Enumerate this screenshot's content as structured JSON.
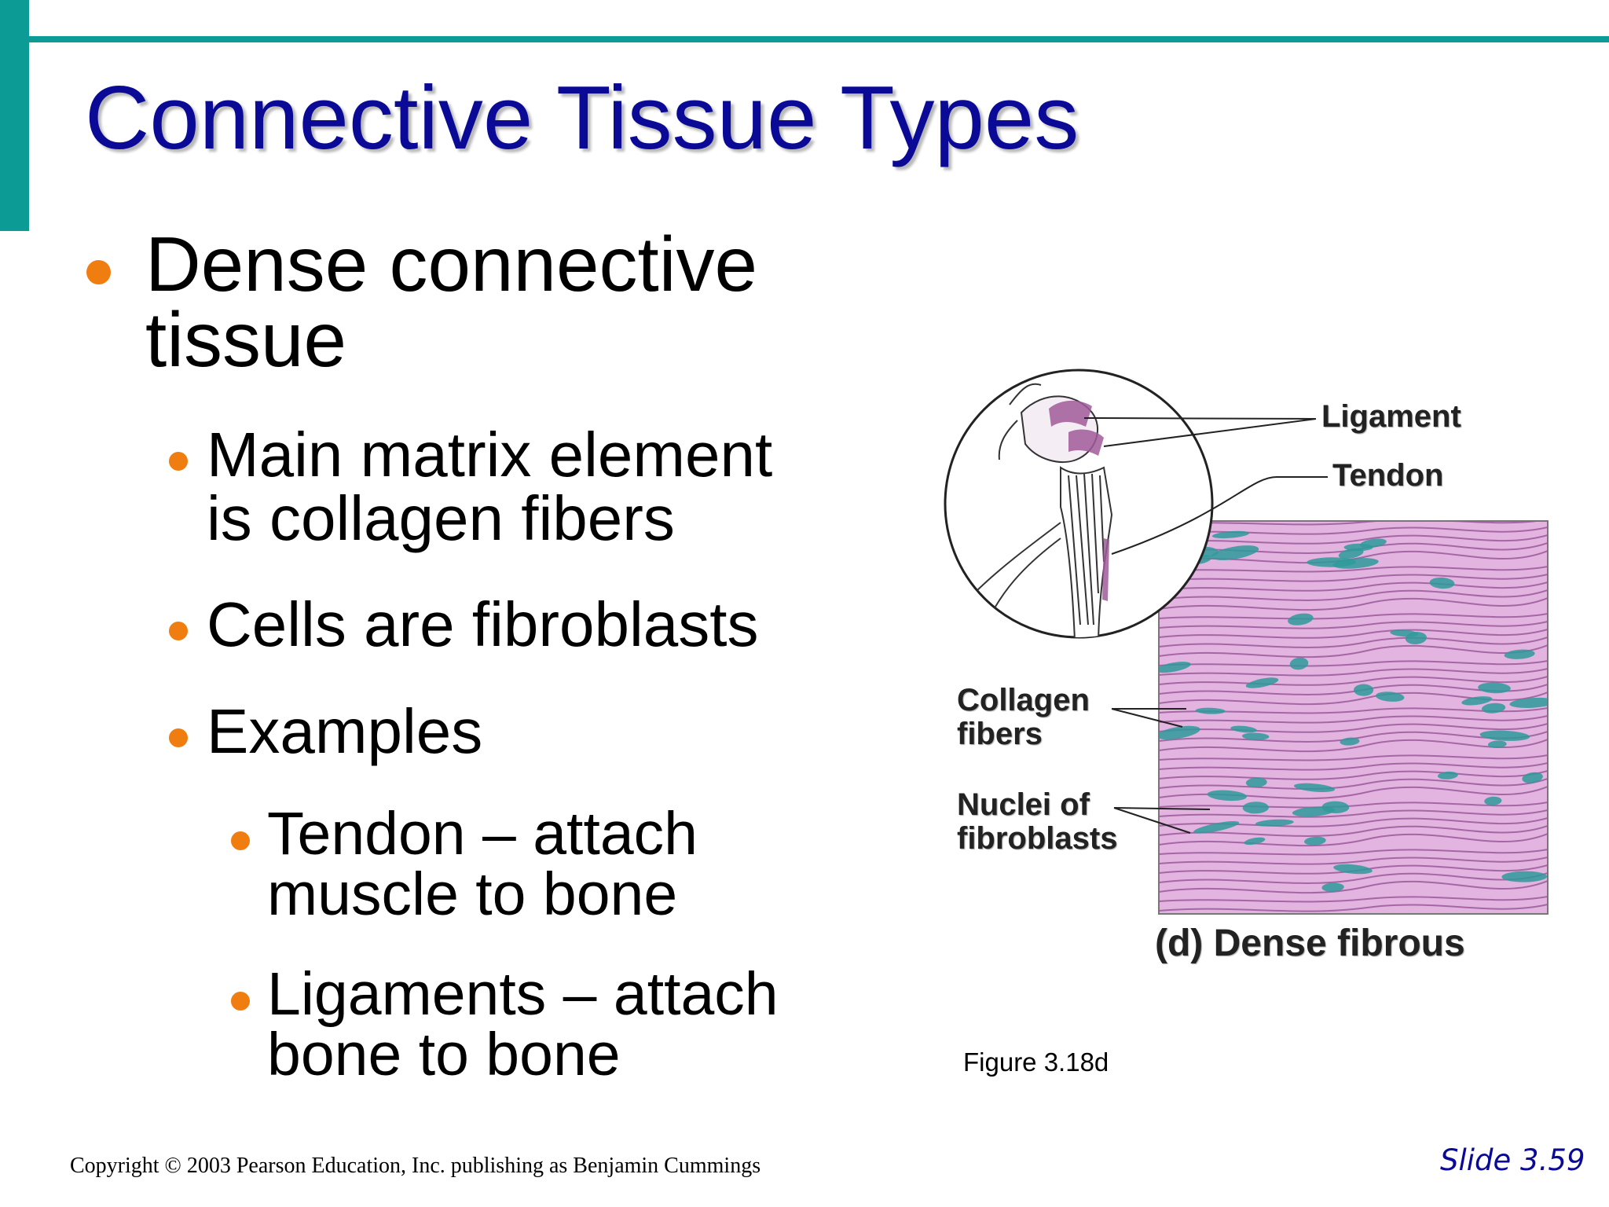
{
  "slide": {
    "title": "Connective Tissue Types",
    "bullets": [
      {
        "lines": [
          "Dense connective",
          "tissue"
        ]
      },
      {
        "lines": [
          "Main matrix element",
          "is collagen fibers"
        ]
      },
      {
        "lines": [
          "Cells are fibroblasts"
        ]
      },
      {
        "lines": [
          "Examples"
        ]
      },
      {
        "lines": [
          "Tendon – attach",
          "muscle to bone"
        ]
      },
      {
        "lines": [
          "Ligaments – attach",
          "bone to bone"
        ]
      }
    ],
    "figure": {
      "labels": {
        "ligament": "Ligament",
        "tendon": "Tendon",
        "collagen_1": "Collagen",
        "collagen_2": "fibers",
        "nuclei_1": "Nuclei of",
        "nuclei_2": "fibroblasts"
      },
      "caption": "(d) Dense fibrous",
      "figure_number": "Figure 3.18d"
    },
    "copyright": "Copyright © 2003 Pearson Education, Inc. publishing as Benjamin Cummings",
    "slide_number": "Slide 3.59"
  },
  "colors": {
    "accent_teal": "#0d9b96",
    "title_blue": "#0a0a96",
    "bullet_orange": "#f07d0f",
    "tissue_pink": "#e3b4e0",
    "tissue_fiber": "#9a5a9a",
    "nuclei_teal": "#2e9a9a",
    "ligament_purple": "#a05a9a"
  },
  "icons": [
    "bullet-dot"
  ]
}
